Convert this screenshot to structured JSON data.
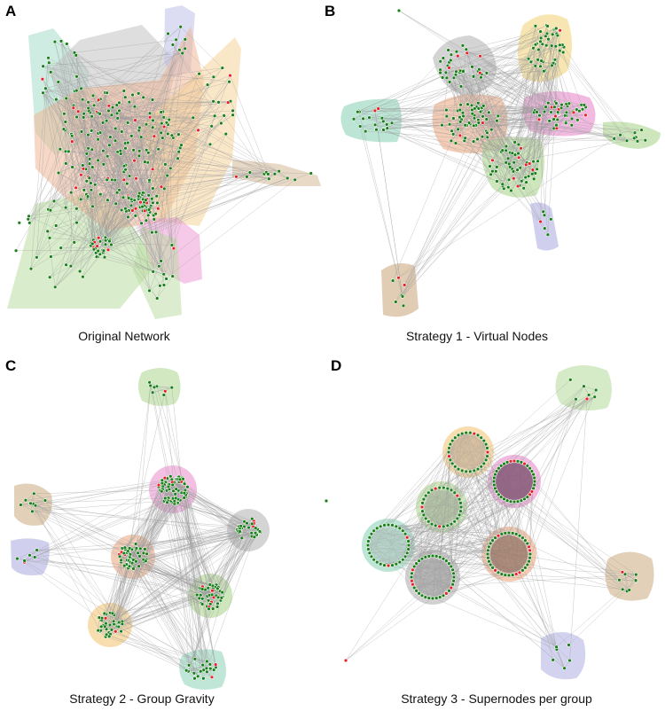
{
  "panels": [
    {
      "label": "A",
      "caption": "Original Network"
    },
    {
      "label": "B",
      "caption": "Strategy 1 - Virtual Nodes"
    },
    {
      "label": "C",
      "caption": "Strategy 2 - Group Gravity"
    },
    {
      "label": "D",
      "caption": "Strategy 3 - Supernodes per group"
    }
  ],
  "colors": {
    "node_primary": "#1a7f1a",
    "node_highlight": "#e8202a",
    "edge": "#9a9a9a",
    "group_green": "#b9dca0",
    "group_teal": "#a5dcc8",
    "group_gray": "#c2c2c2",
    "group_purple": "#c4c4ea",
    "group_salmon": "#f0b898",
    "group_orange": "#f6d49a",
    "group_yellow": "#f4dc90",
    "group_pink": "#ec9cd4",
    "group_tan": "#d8c0a0"
  }
}
